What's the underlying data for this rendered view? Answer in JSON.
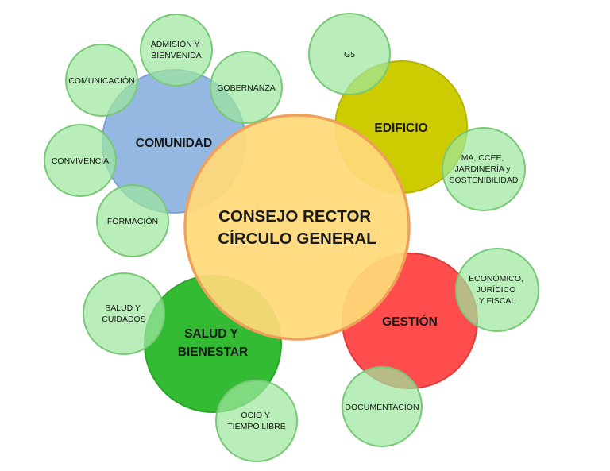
{
  "center": {
    "lines": [
      "CONSEJO RECTOR",
      "CÍRCULO GENERAL"
    ],
    "color": "#ffd978"
  },
  "main_circles": {
    "comunidad": {
      "lines": [
        "COMUNIDAD"
      ],
      "color": "#8fb4e2"
    },
    "edificio": {
      "lines": [
        "EDIFICIO"
      ],
      "color": "#cccc00"
    },
    "gestion": {
      "lines": [
        "GESTIÓN"
      ],
      "color": "#ff4d4d"
    },
    "salud": {
      "lines": [
        "SALUD Y",
        "BIENESTAR"
      ],
      "color": "#33bb33"
    }
  },
  "sub_circles": {
    "admision": {
      "lines": [
        "ADMISIÓN Y",
        "BIENVENIDA"
      ]
    },
    "comunicacion": {
      "lines": [
        "COMUNICACIÓN"
      ]
    },
    "gobernanza": {
      "lines": [
        "GOBERNANZA"
      ]
    },
    "convivencia": {
      "lines": [
        "CONVIVENCIA"
      ]
    },
    "formacion": {
      "lines": [
        "FORMACIÓN"
      ]
    },
    "g5": {
      "lines": [
        "G5"
      ]
    },
    "ma_ccee": {
      "lines": [
        "MA, CCEE,",
        "JARDINERÍA y",
        "SOSTENIBILIDAD"
      ]
    },
    "economico": {
      "lines": [
        "ECONÓMICO,",
        "JURÍDICO",
        "Y FISCAL"
      ]
    },
    "documentacion": {
      "lines": [
        "DOCUMENTACIÓN"
      ]
    },
    "salud_cuidados": {
      "lines": [
        "SALUD Y",
        "CUIDADOS"
      ]
    },
    "ocio": {
      "lines": [
        "OCIO Y",
        "TIEMPO LIBRE"
      ]
    }
  },
  "colors": {
    "sub_fill": "#9ee69e",
    "sub_stroke": "#78c878",
    "center_stroke": "#f0a05a"
  }
}
